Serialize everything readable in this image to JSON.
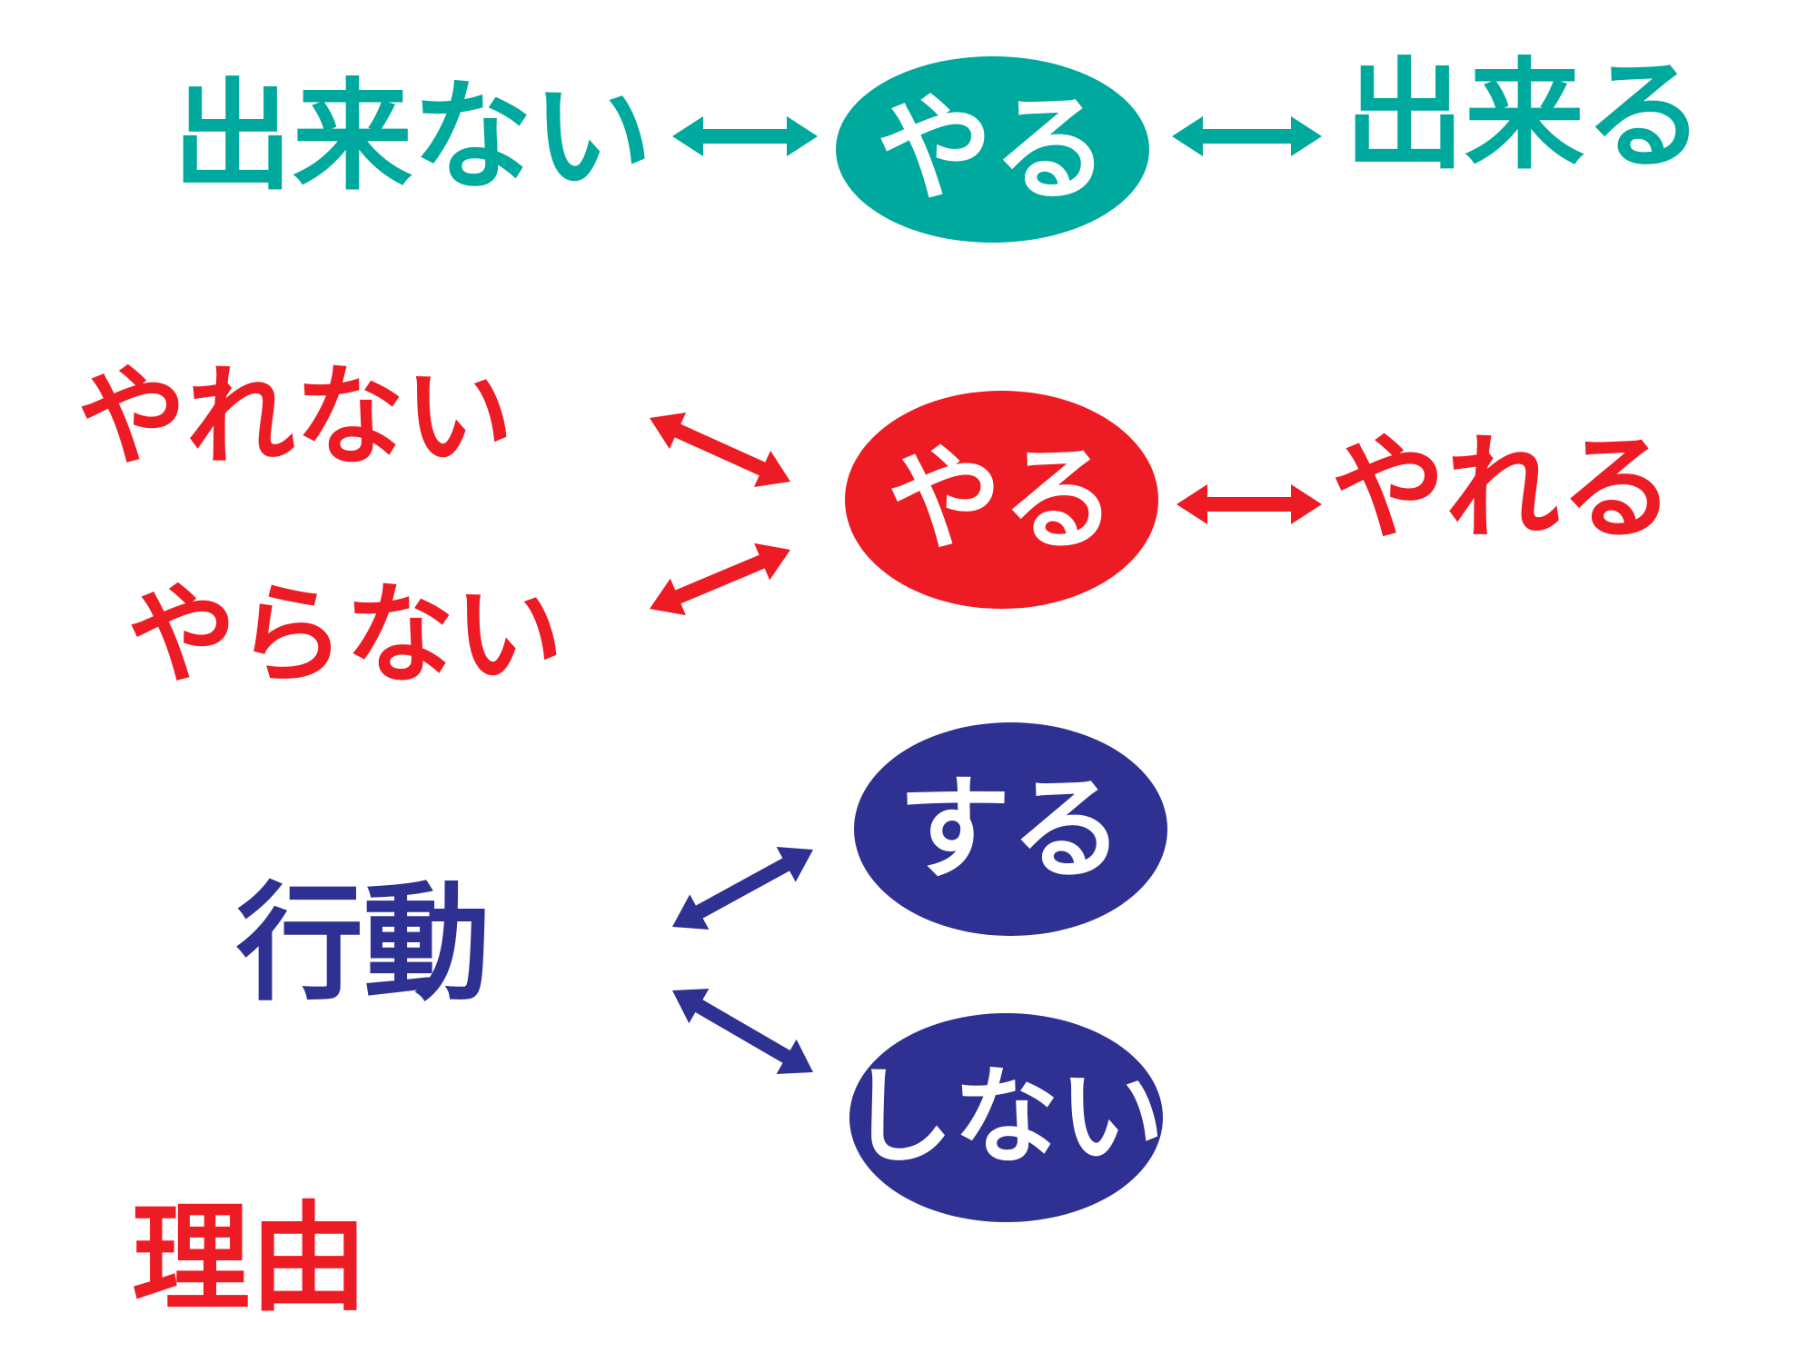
{
  "colors": {
    "teal": "#00A99D",
    "red": "#ED1C24",
    "navy": "#2E3192",
    "white": "#FFFFFF"
  },
  "row1": {
    "left": "出来ない",
    "center": "やる",
    "right": "出来る"
  },
  "row2": {
    "left_top": "やれない",
    "left_bottom": "やらない",
    "center": "やる",
    "right": "やれる"
  },
  "row3": {
    "left": "行動",
    "top": "する",
    "bottom": "しない"
  },
  "footer": {
    "label": "理由"
  },
  "arrow_icons": [
    "double-arrow-icon"
  ]
}
